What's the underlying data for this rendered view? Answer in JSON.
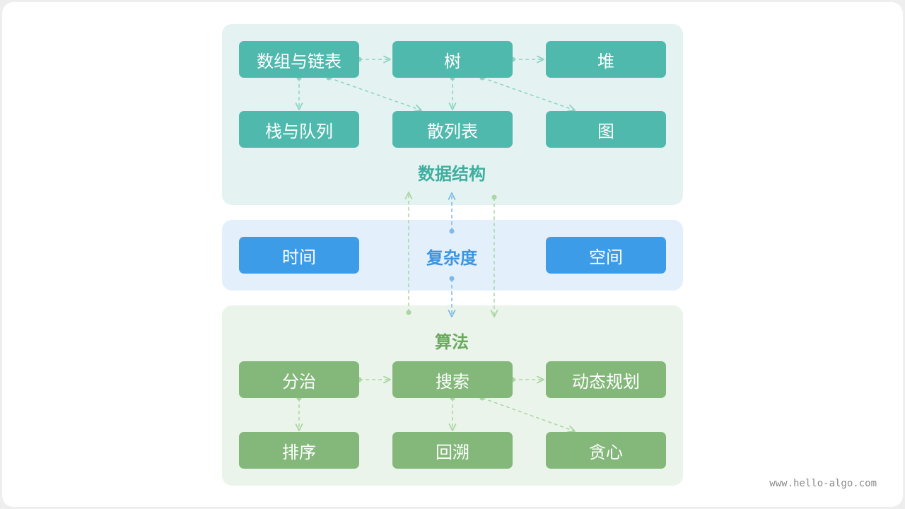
{
  "data_structures": {
    "title": "数据结构",
    "nodes": {
      "array_linked_list": "数组与链表",
      "tree": "树",
      "heap": "堆",
      "stack_queue": "栈与队列",
      "hash_table": "散列表",
      "graph": "图"
    }
  },
  "complexity": {
    "title": "复杂度",
    "nodes": {
      "time": "时间",
      "space": "空间"
    }
  },
  "algorithms": {
    "title": "算法",
    "nodes": {
      "divide_conquer": "分治",
      "search": "搜索",
      "dynamic_programming": "动态规划",
      "sorting": "排序",
      "backtracking": "回溯",
      "greedy": "贪心"
    }
  },
  "watermark": "www.hello-algo.com",
  "colors": {
    "ds_panel": "#e4f3f1",
    "ds_node": "#50b9ae",
    "ds_edge": "#8fd2c3",
    "complexity_panel": "#e3f0fb",
    "complexity_node": "#3d9ce8",
    "complexity_edge": "#7db9ec",
    "algo_panel": "#ebf4ea",
    "algo_node": "#83b87a",
    "algo_edge": "#a9d6a3"
  }
}
